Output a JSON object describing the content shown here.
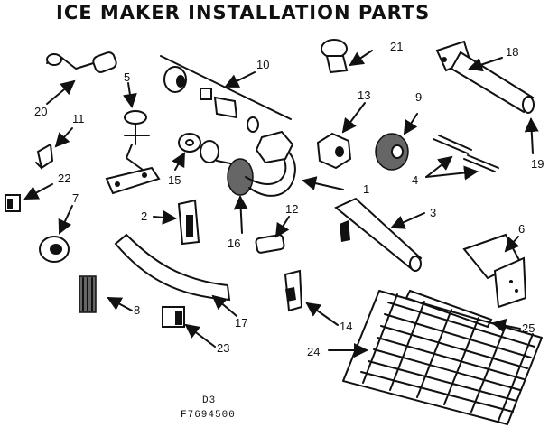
{
  "title": "ICE MAKER INSTALLATION PARTS",
  "footer": {
    "diagram_code": "D3",
    "part_code": "F7694500"
  },
  "callouts": [
    "1",
    "2",
    "3",
    "4",
    "5",
    "6",
    "7",
    "8",
    "9",
    "10",
    "11",
    "12",
    "13",
    "14",
    "15",
    "16",
    "17",
    "18",
    "19",
    "20",
    "21",
    "22",
    "23",
    "24",
    "25"
  ]
}
